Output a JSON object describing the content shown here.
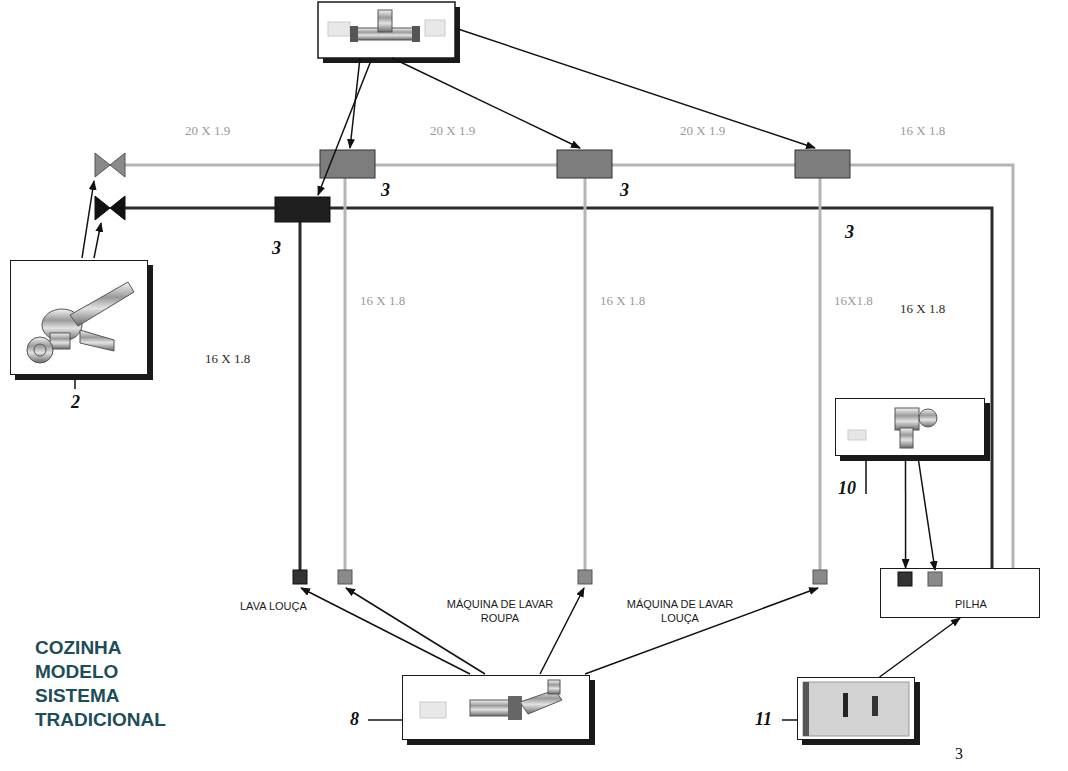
{
  "diagram": {
    "title": "COZINHA MODELO SISTEMA TRADICIONAL",
    "nodes": [
      {
        "text": [
          "2"
        ]
      },
      {
        "text": [
          "10"
        ]
      },
      {
        "text": [
          "PILHA"
        ]
      },
      {
        "text": [
          "8"
        ]
      },
      {
        "text": [
          "11"
        ]
      }
    ],
    "edges": [
      {
        "from": 1,
        "to": 2,
        "arrow": "to"
      },
      {
        "from": 4,
        "to": 2,
        "arrow": "to"
      }
    ],
    "labels": [
      "20 X 1.9",
      "20 X 1.9",
      "20 X 1.9",
      "16 X 1.8",
      "3",
      "3",
      "3",
      "3",
      "16 X 1.8",
      "16 X 1.8",
      "16 X 1.8",
      "16X1.8",
      "16 X 1.8",
      "LAVA LOUÇA",
      "MÁQUINA DE LAVAR ROUPA",
      "MÁQUINA DE LAVAR LOUÇA",
      "3"
    ]
  }
}
